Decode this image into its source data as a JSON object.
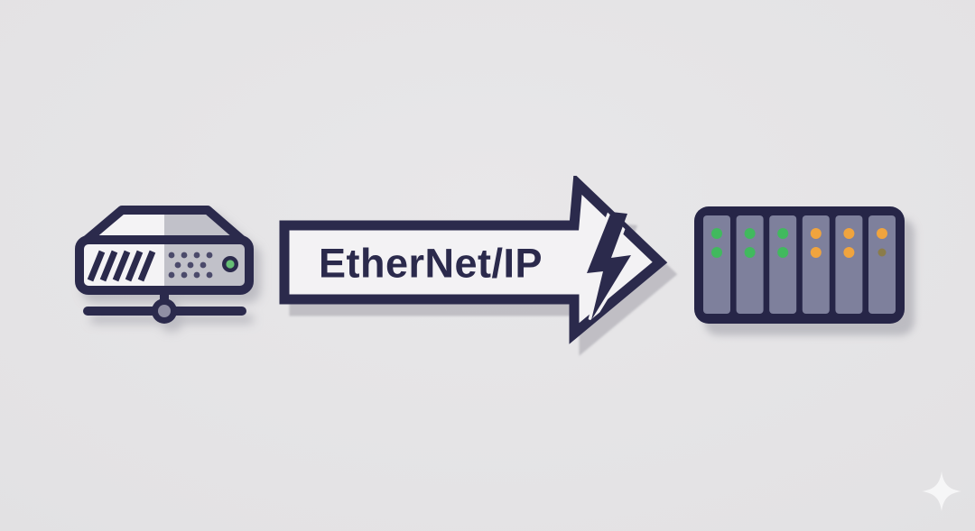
{
  "palette": {
    "outline": "#2b2a4c",
    "panel_white": "#f3f2f4",
    "device_gray": "#c1c1c9",
    "device_dot": "#4b4a6b",
    "device_led_green": "#66bf75",
    "node_inner": "#908fa4",
    "rack_body": "#262547",
    "rack_slot": "#7e809c",
    "led_green": "#41b95e",
    "led_amber": "#f0a43e",
    "led_dim": "#8b7c4a",
    "sparkle": "#fafafb"
  },
  "arrow": {
    "label": "EtherNet/IP",
    "direction": "right",
    "icon": "lightning-bolt-icon"
  },
  "device": {
    "icon": "network-scanner-device-icon",
    "vent_slashes": 5,
    "status_led": "#66bf75"
  },
  "rack": {
    "icon": "plc-io-rack-icon",
    "modules": [
      {
        "led_colors": [
          "#41b95e",
          "#41b95e"
        ]
      },
      {
        "led_colors": [
          "#41b95e",
          "#41b95e"
        ]
      },
      {
        "led_colors": [
          "#41b95e",
          "#41b95e"
        ]
      },
      {
        "led_colors": [
          "#f0a43e",
          "#f0a43e"
        ]
      },
      {
        "led_colors": [
          "#f0a43e",
          "#f0a43e"
        ]
      },
      {
        "led_colors": [
          "#f0a43e",
          "#8b7c4a"
        ]
      }
    ]
  },
  "sparkle": {
    "icon": "four-point-star-icon"
  }
}
